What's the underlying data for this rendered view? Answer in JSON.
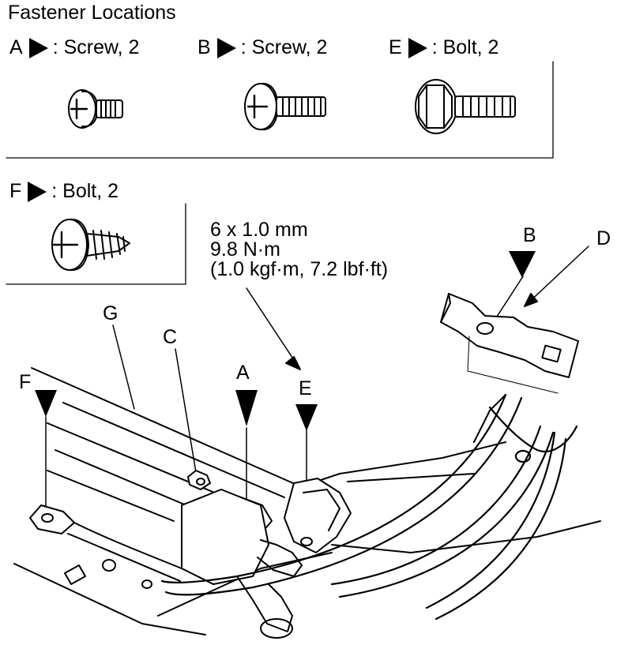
{
  "title": "Fastener Locations",
  "fasteners": [
    {
      "letter": "A",
      "desc": ": Screw, 2"
    },
    {
      "letter": "B",
      "desc": ": Screw, 2"
    },
    {
      "letter": "E",
      "desc": ": Bolt, 2"
    },
    {
      "letter": "F",
      "desc": ": Bolt, 2"
    }
  ],
  "torque": {
    "size": "6 x 1.0 mm",
    "nm": "9.8 N·m",
    "alt": "(1.0 kgf·m, 7.2 lbf·ft)"
  },
  "callouts": {
    "b": "B",
    "d": "D",
    "g": "G",
    "c": "C",
    "f": "F",
    "a": "A",
    "e": "E"
  }
}
